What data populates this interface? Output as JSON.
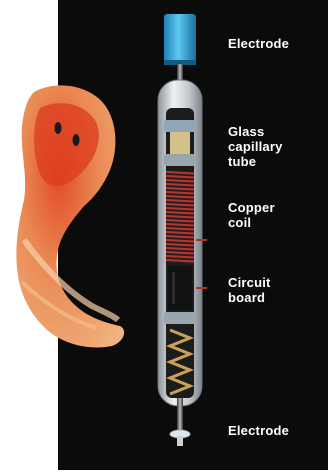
{
  "diagram": {
    "labels": {
      "electrode_top": "Electrode",
      "glass_capillary_tube": "Glass\ncapillary\ntube",
      "copper_coil": "Copper\ncoil",
      "circuit_board": "Circuit\nboard",
      "electrode_bottom": "Electrode"
    },
    "colors": {
      "background": "#0b0b0b",
      "electrode_cap": "#3fb3e6",
      "copper": "#b3322a",
      "glass": "#d8dde2",
      "skin": "#e8a06a",
      "muscle": "#d9452a"
    }
  }
}
